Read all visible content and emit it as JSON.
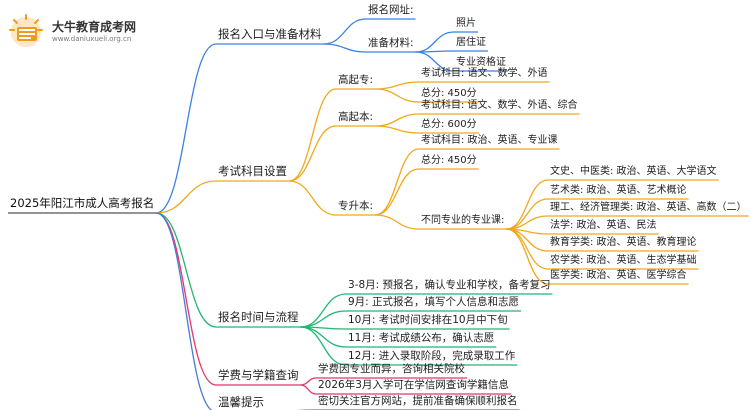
{
  "logo": {
    "title": "大牛教育成考网",
    "url": "www.daniuxueli.org.cn",
    "icon": "book-icon"
  },
  "root": "2025年阳江市成人高考报名",
  "branches": [
    {
      "label": "报名入口与准备材料",
      "color": "#3b82e0",
      "children": [
        {
          "label": "报名网址:"
        },
        {
          "label": "准备材料:",
          "children": [
            {
              "label": "照片"
            },
            {
              "label": "居住证"
            },
            {
              "label": "专业资格证"
            }
          ]
        }
      ]
    },
    {
      "label": "考试科目设置",
      "color": "#f0a81c",
      "children": [
        {
          "label": "高起专:",
          "children": [
            {
              "label": "考试科目: 语文、数学、外语"
            },
            {
              "label": "总分: 450分"
            }
          ]
        },
        {
          "label": "高起本:",
          "children": [
            {
              "label": "考试科目: 语文、数学、外语、综合"
            },
            {
              "label": "总分: 600分"
            }
          ]
        },
        {
          "label": "专升本:",
          "children": [
            {
              "label": "考试科目: 政治、英语、专业课"
            },
            {
              "label": "总分: 450分"
            },
            {
              "label": "不同专业的专业课:",
              "children": [
                {
                  "label": "文史、中医类: 政治、英语、大学语文"
                },
                {
                  "label": "艺术类: 政治、英语、艺术概论"
                },
                {
                  "label": "理工、经济管理类: 政治、英语、高数（二）"
                },
                {
                  "label": "法学: 政治、英语、民法"
                },
                {
                  "label": "教育学类: 政治、英语、教育理论"
                },
                {
                  "label": "农学类: 政治、英语、生态学基础"
                },
                {
                  "label": "医学类: 政治、英语、医学综合"
                }
              ]
            }
          ]
        }
      ]
    },
    {
      "label": "报名时间与流程",
      "color": "#22b573",
      "children": [
        {
          "label": "3-8月: 预报名，确认专业和学校，备考复习"
        },
        {
          "label": "9月: 正式报名，填写个人信息和志愿"
        },
        {
          "label": "10月: 考试时间安排在10月中下旬"
        },
        {
          "label": "11月: 考试成绩公布，确认志愿"
        },
        {
          "label": "12月: 进入录取阶段，完成录取工作"
        }
      ]
    },
    {
      "label": "学费与学籍查询",
      "color": "#e8336d",
      "children": [
        {
          "label": "学费因专业而异，咨询相关院校"
        },
        {
          "label": "2026年3月入学可在学信网查询学籍信息"
        }
      ]
    },
    {
      "label": "温馨提示",
      "color": "#4a7bd0",
      "children": [
        {
          "label": "密切关注官方网站，提前准备确保顺利报名"
        }
      ]
    }
  ]
}
